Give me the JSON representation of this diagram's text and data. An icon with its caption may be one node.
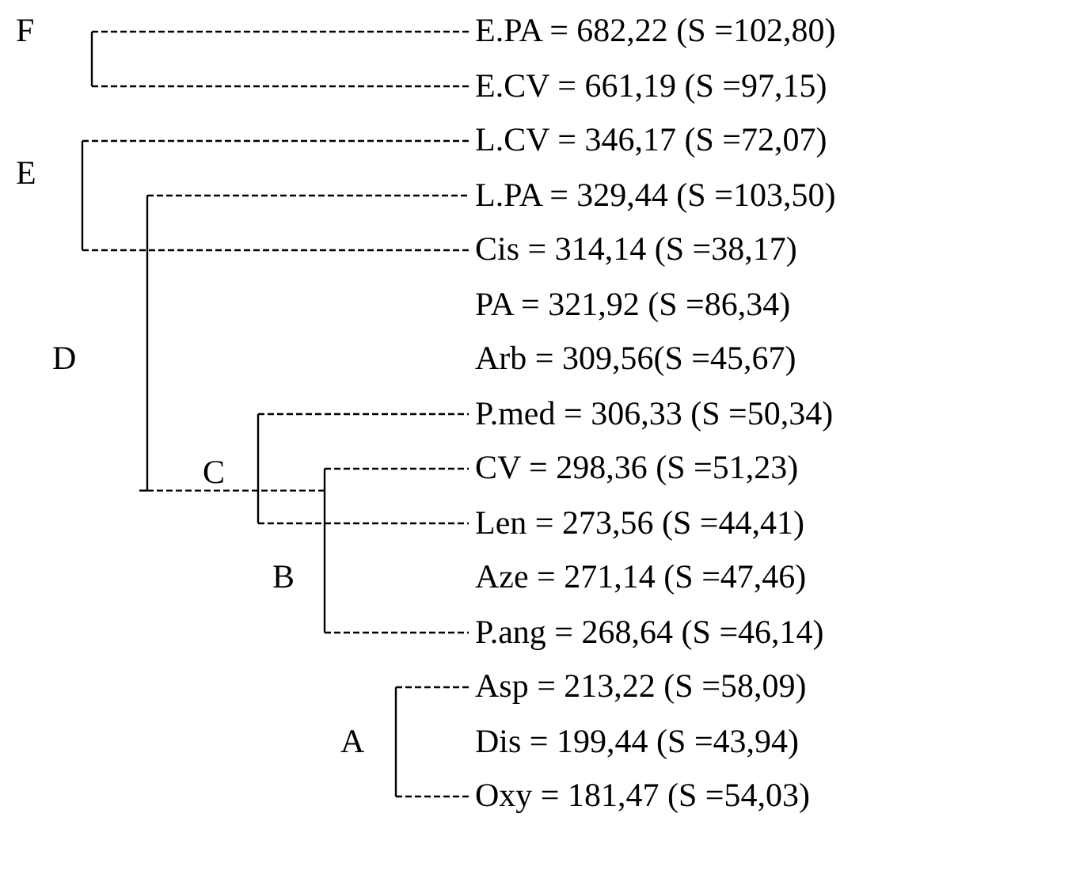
{
  "diagram": {
    "labels": [
      "F",
      "E.PA = 682,22 (S =102,80)",
      "E.CV = 661,19 (S =97,15)",
      "L.CV = 346,17 (S =72,07)",
      "E",
      "L.PA = 329,44 (S =103,50)",
      "Cis = 314,14 (S =38,17)",
      "PA = 321,92 (S =86,34)",
      "D",
      "Arb = 309,56(S =45,67)",
      "P.med = 306,33 (S =50,34)",
      "C",
      "CV = 298,36 (S =51,23)",
      "Len = 273,56 (S =44,41)",
      "B",
      "Aze = 271,14 (S =47,46)",
      "P.ang = 268,64 (S =46,14)",
      "Asp = 213,22 (S =58,09)",
      "A",
      "Dis = 199,44 (S =43,94)",
      "Oxy = 181,47 (S =54,03)"
    ]
  }
}
